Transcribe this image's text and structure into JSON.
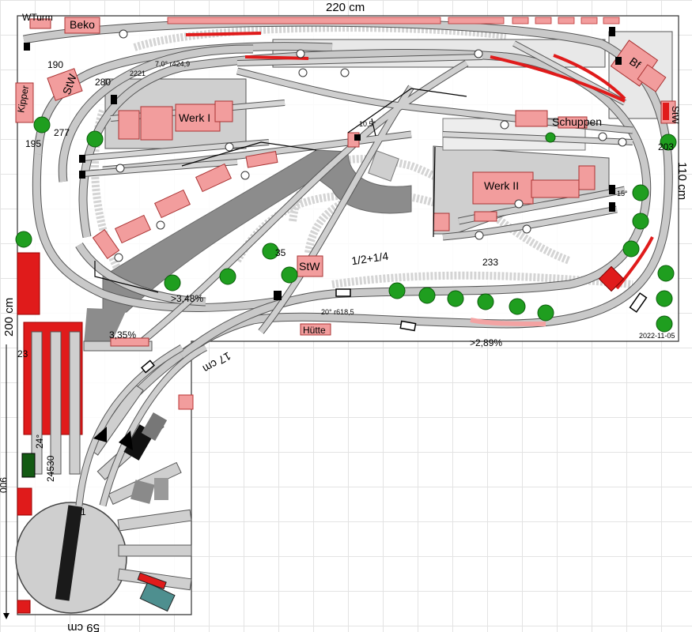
{
  "dimensions": {
    "width_top": "220 cm",
    "height_right": "110 cm",
    "height_left": "200 cm",
    "width_bottom": "59 cm",
    "left_900": "900",
    "diag_17": "17 cm"
  },
  "buildings": {
    "wturm": "WTurm",
    "beko": "Beko",
    "stw_left": "StW",
    "kipper": "Kipper",
    "werk1": "Werk I",
    "werk2": "Werk II",
    "bf": "Bf",
    "stw_right": "StW",
    "schuppen": "Schuppen",
    "stw_mid": "StW",
    "huette": "Hütte"
  },
  "numbers": {
    "n190": "190",
    "n280": "280",
    "n277": "277",
    "n195": "195",
    "n233": "233",
    "n203": "203",
    "n23": "23",
    "n35": "35",
    "n2221": "2221",
    "n24530": "24530",
    "n24deg": "24°",
    "n1": "1"
  },
  "annotations": {
    "r424": "7,0° r424,9",
    "a105": "10,5°",
    "a15": "15°",
    "frac": "1/2+1/4",
    "grade348": ">3,48%",
    "grade335": "3,35%",
    "grade289": ">2,89%",
    "r618": "20° r618,5",
    "date": "2022-11-05"
  }
}
